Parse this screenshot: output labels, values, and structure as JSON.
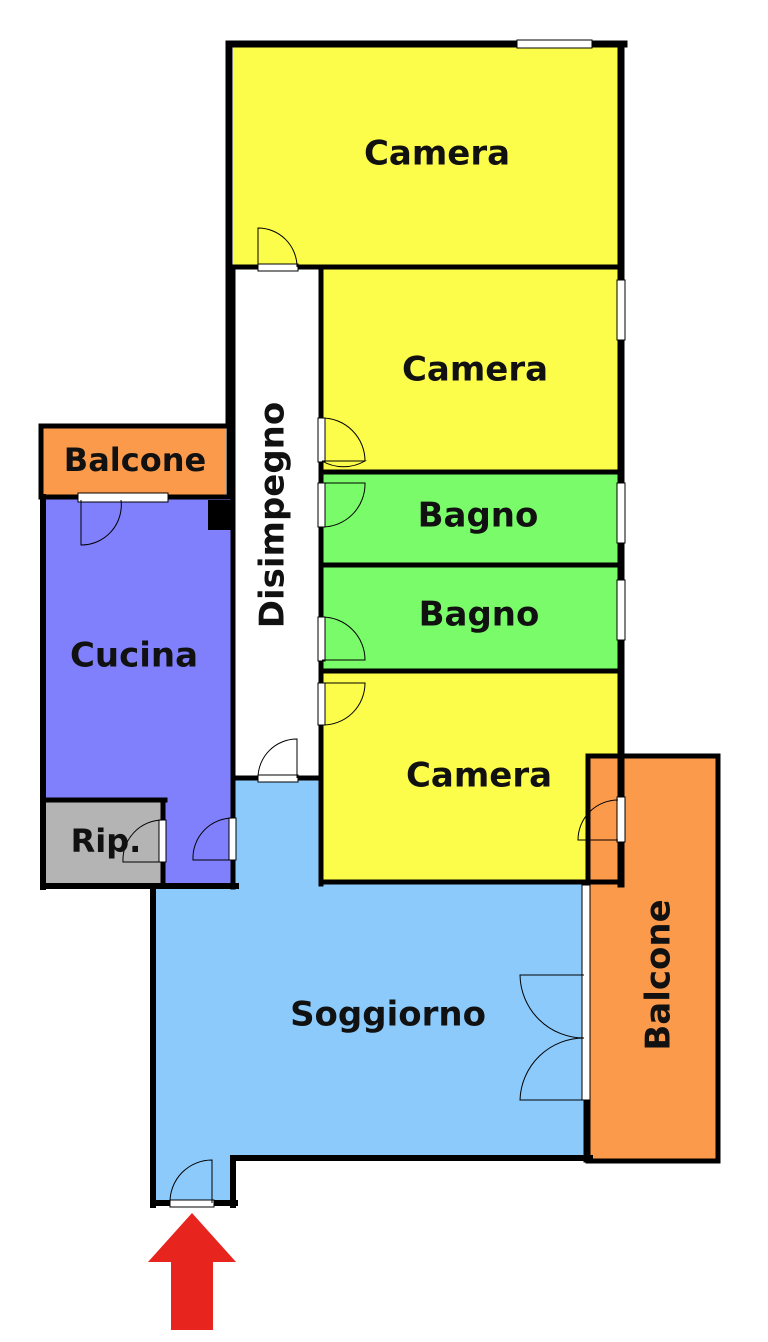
{
  "rooms": {
    "camera_top": {
      "label": "Camera",
      "color": "#fcfc4a"
    },
    "camera_mid": {
      "label": "Camera",
      "color": "#fcfc4a"
    },
    "bagno_1": {
      "label": "Bagno",
      "color": "#7afc6a"
    },
    "bagno_2": {
      "label": "Bagno",
      "color": "#7afc6a"
    },
    "camera_bottom": {
      "label": "Camera",
      "color": "#fcfc4a"
    },
    "disimpegno": {
      "label": "Disimpegno",
      "color": "#ffffff"
    },
    "cucina": {
      "label": "Cucina",
      "color": "#8080fc"
    },
    "ripostiglio": {
      "label": "Rip.",
      "color": "#b4b4b4"
    },
    "soggiorno": {
      "label": "Soggiorno",
      "color": "#8ccafc"
    },
    "balcone_left": {
      "label": "Balcone",
      "color": "#fc9a4c"
    },
    "balcone_right": {
      "label": "Balcone",
      "color": "#fc9a4c"
    }
  },
  "colors": {
    "wall": "#000000",
    "entrance_arrow": "#e8241f"
  },
  "icons": {
    "entrance": "entrance-arrow-icon"
  }
}
